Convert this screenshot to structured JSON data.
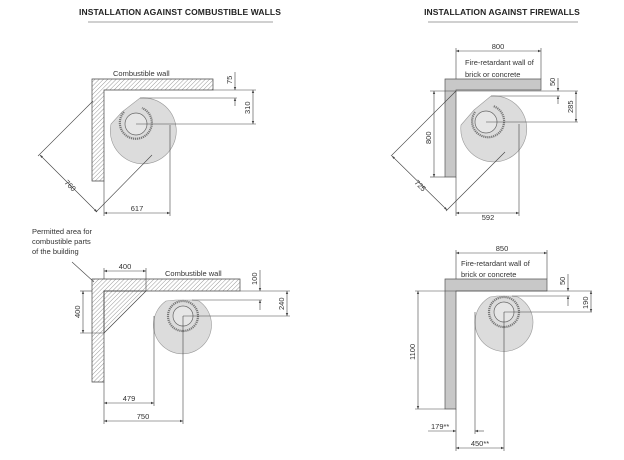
{
  "titles": {
    "combustible": "INSTALLATION AGAINST COMBUSTIBLE WALLS",
    "firewalls": "INSTALLATION AGAINST FIREWALLS"
  },
  "labels": {
    "combustible_wall": "Combustible wall",
    "fire_wall_line1": "Fire-retardant wall of",
    "fire_wall_line2": "brick or concrete",
    "permitted_line1": "Permitted area for",
    "permitted_line2": "combustible parts",
    "permitted_line3": "of the building"
  },
  "diagrams": {
    "combustible_corner": {
      "wall_gap": "75",
      "center_depth": "310",
      "diagonal": "760",
      "width": "617"
    },
    "firewall_corner": {
      "top": "800",
      "wall_gap": "50",
      "center_depth": "285",
      "side": "800",
      "diagonal": "725",
      "width": "592"
    },
    "combustible_flat": {
      "area_h": "400",
      "area_v": "400",
      "wall_gap": "100",
      "center_depth": "240",
      "edge": "479",
      "center": "750"
    },
    "firewall_flat": {
      "top": "850",
      "wall_gap": "50",
      "center_depth": "190",
      "height": "1100",
      "edge": "179**",
      "center": "450**"
    }
  }
}
